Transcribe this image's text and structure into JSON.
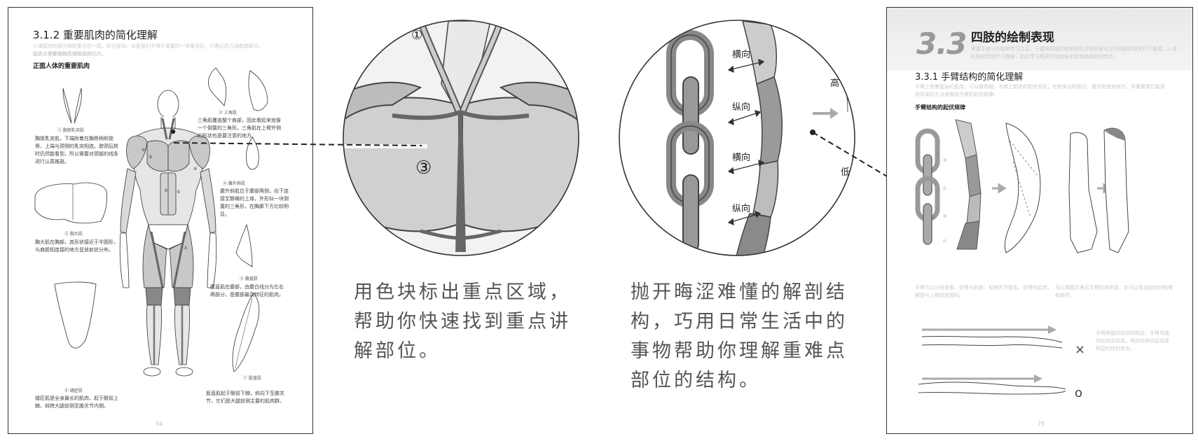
{
  "left_page": {
    "section_title": "3.1.2  重要肌肉的简化理解",
    "intro_faint": "人体肌肉的部分肉粒重合在一起，较为复杂，也是我们不得不掌握的一块重点区，只需记住几块肌肉即可。因此，想要理解人体的运动",
    "intro_faint_2": "及人体外轮廓的起伏变化的肌肉。",
    "subheading": "正面人体的重要肌肉",
    "notes": {
      "n1_label": "① 胸锁乳突肌",
      "n1_text": "胸锁乳突肌，下端附着在胸骨柄和锁骨，上端与颈侧的乳突相连。脖颈后转时仍然能看到，所以需要对颈部的线条进行认真推敲。",
      "n2_label": "② 三角肌",
      "n2_text": "三角肌覆盖整个肩部，因此看起来就像一个倒置的三角形。三角肌在上臂外侧的形状也是要注意的地方。",
      "n3_label": "③ 胸大肌",
      "n3_text": "胸大肌在胸部，其形状接近于半圆形，与肩膀相连接的地方呈放射状分布。",
      "n4_label": "④ 腹外斜肌",
      "n4_text": "腹外斜肌位于腹部两侧，向下连接至髂嵴的上缘，外形似一块倒置的三角形，在胸廓下方比较明显。",
      "n5_label": "⑤ 腹直肌",
      "n5_text": "腹直肌在腹部，由腹白线分为左右两部分，是腹部最具特征的肌肉。",
      "n6_label": "⑥ 缝匠肌",
      "n6_text": "缝匠肌是全身最长的肌肉，起于髂前上棘，斜跨大腿前侧至膝关节内侧。",
      "n7_label": "⑦ 股直肌",
      "n7_text": "股直肌起于髂前下棘，斜向下至膝关节，它们是大腿前侧主要的肌肉群。"
    },
    "page_number": "54"
  },
  "zoom_left": {
    "marker_top": "①",
    "marker_main": "③"
  },
  "zoom_right": {
    "labels": [
      "横向",
      "纵向",
      "横向",
      "纵向"
    ],
    "side_high": "高",
    "side_low": "低"
  },
  "captions": {
    "left": [
      "用色块标出重点区域，",
      "帮助你快速找到重点讲",
      "解部位。"
    ],
    "right": [
      "抛开晦涩难懂的解剖结",
      "构，巧用日常生活中的",
      "事物帮助你理解重难点",
      "部位的结构。"
    ]
  },
  "right_page": {
    "chapter_number": "3.3",
    "chapter_title": "四肢的绘制表现",
    "chapter_faint": "掌握手部分的绘制学习之后，只要将四肢的绘制相互对照起来可以为四肢的造型打下基础，人体机制的绘制学习理解，因此学习相关的绘制技术及骨骼架构的特点。",
    "section_title": "3.3.1  手臂结构的简化理解",
    "section_faint": "手臂上有着复杂的肌肉，可以按骨骼，手臂上肌肉的起伏变化，也有突出的部位，看到有其他地方，并需要我们能用较简单的方法来描绘手臂的起伏规律。",
    "subheading": "手臂结构的起伏规律",
    "faint_bottom_1": "手臂可以分段来看，前臂与肘部，和腕关节联系。前臂的起伏，都是与上臂相连接的。",
    "faint_bottom_2": "可以用图示表示手臂的体积感，并可以看出起伏的规律和转折。",
    "faint_side": "手臂伸直时起伏较明显，手臂弯曲时起伏会改变，两段形体间会出现明显的转折变化。",
    "mark_wrong": "×",
    "mark_right": "o",
    "page_number": "75"
  },
  "colors": {
    "muscle_fill": "#c8c8c8",
    "muscle_dark": "#7a7a7a",
    "line": "#333333",
    "caption_text": "#555555"
  }
}
